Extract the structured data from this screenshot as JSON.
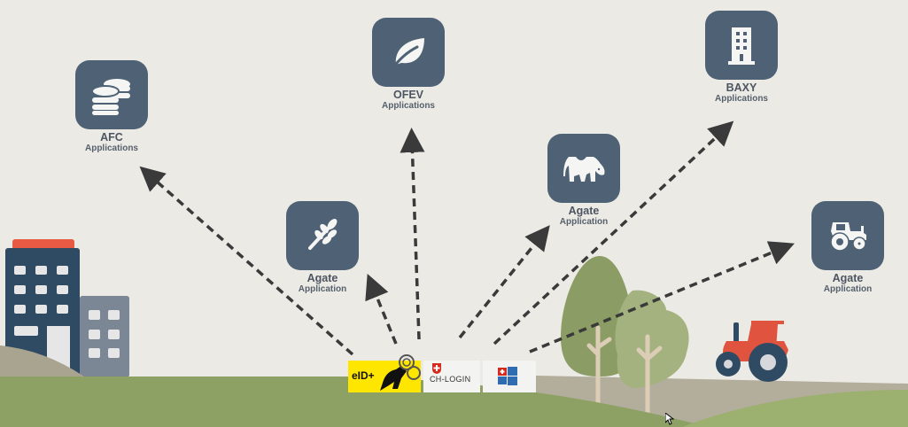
{
  "apps": [
    {
      "name": "AFC",
      "subtitle": "Applications",
      "icon": "coins-icon"
    },
    {
      "name": "OFEV",
      "subtitle": "Applications",
      "icon": "leaf-icon"
    },
    {
      "name": "BAXY",
      "subtitle": "Applications",
      "icon": "building-icon"
    },
    {
      "name": "Agate",
      "subtitle": "Application",
      "icon": "wheat-icon"
    },
    {
      "name": "Agate",
      "subtitle": "Application",
      "icon": "cow-icon"
    },
    {
      "name": "Agate",
      "subtitle": "Application",
      "icon": "tractor-icon"
    }
  ],
  "login_providers": [
    {
      "label": "eID+",
      "icon": "eid-ibex-logo"
    },
    {
      "label": "CH-LOGIN",
      "icon": "swiss-shield-logo"
    },
    {
      "label": "",
      "icon": "windows-swiss-logo"
    }
  ],
  "colors": {
    "background": "#ebeae5",
    "tile": "#4f6275",
    "arrow": "#3a3a3a",
    "hill_green": "#8da165",
    "field_tan": "#b3ae9c",
    "tractor_red": "#e0543f",
    "building_dark": "#2f4a63",
    "building_grey": "#7b8795",
    "roof_red": "#e85a44"
  }
}
